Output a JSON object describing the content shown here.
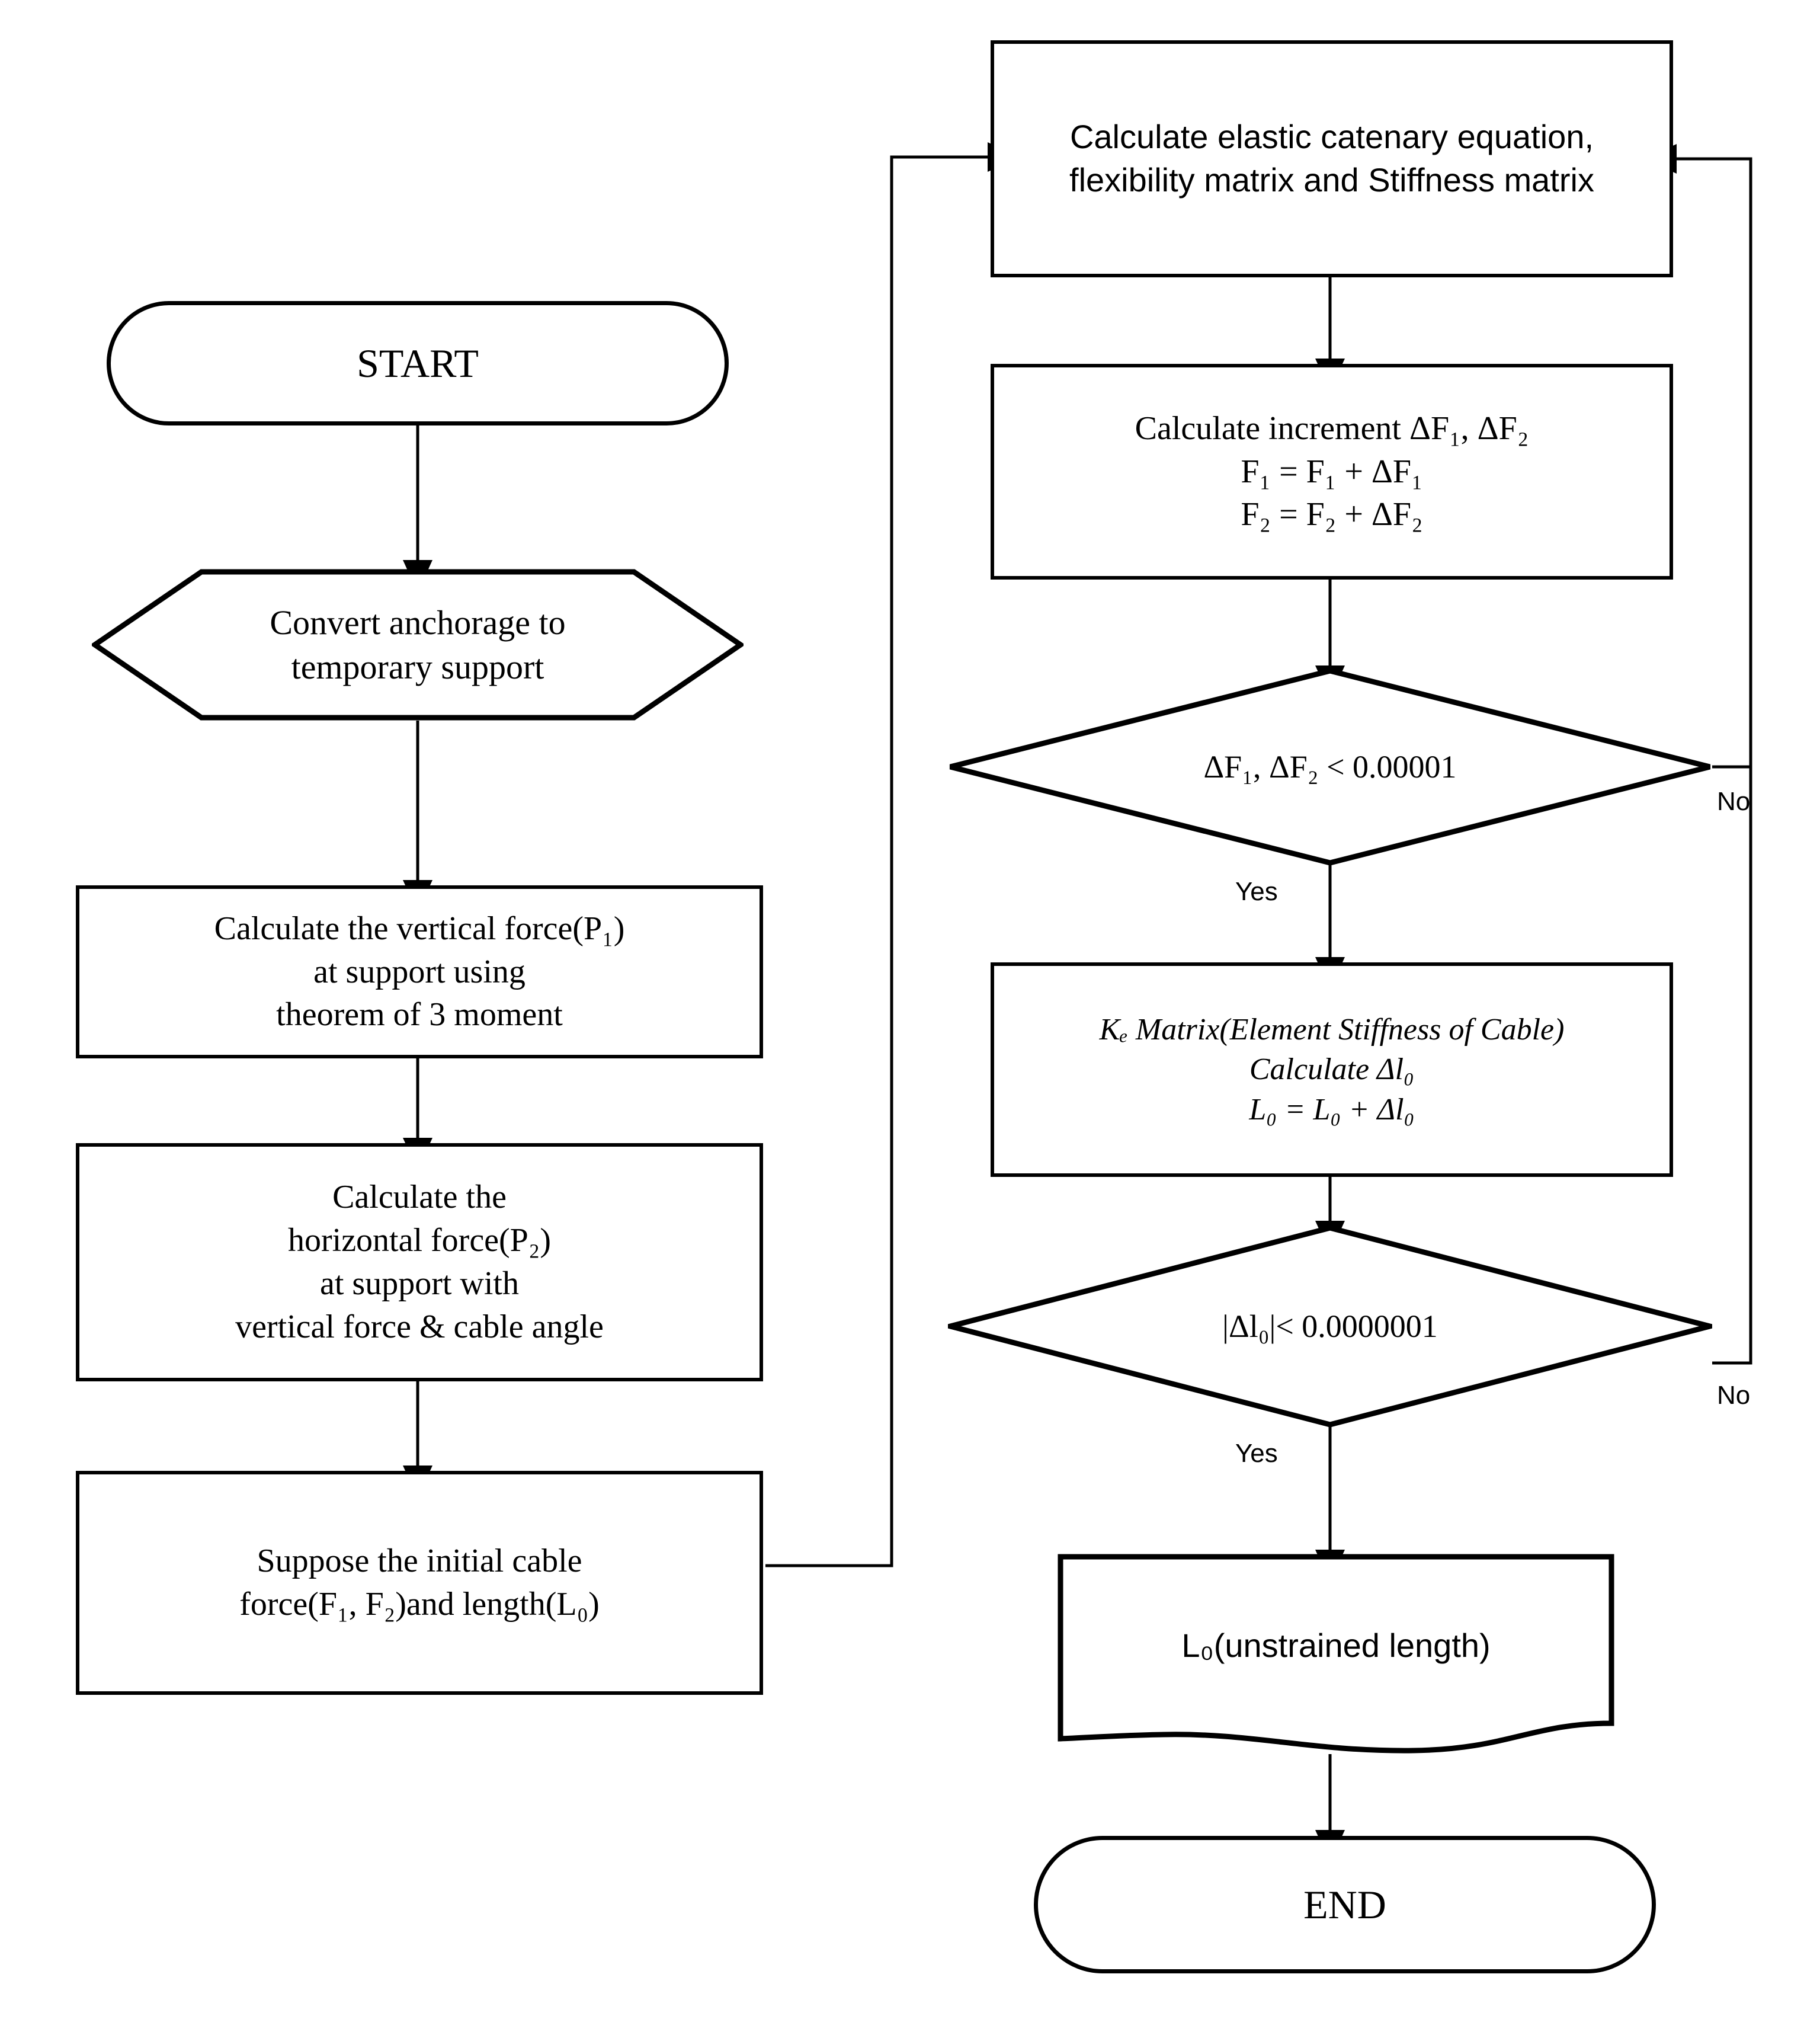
{
  "diagram": {
    "title": "Cable unstrained length iterative solution flowchart",
    "stroke_color": "#000000",
    "background_color": "#ffffff"
  },
  "nodes": {
    "start": {
      "label": "START",
      "shape": "terminator"
    },
    "convert": {
      "label": "Convert anchorage to\ntemporary support",
      "shape": "hexagon"
    },
    "vertical_force": {
      "label": "Calculate the vertical force(P₁)\nat support using\ntheorem of 3 moment",
      "shape": "process"
    },
    "horizontal_force": {
      "label": "Calculate the\nhorizontal force(P₂)\nat support with\nvertical force & cable angle",
      "shape": "process"
    },
    "suppose_initial": {
      "label": "Suppose the initial cable\nforce(F₁, F₂)and length(L₀)",
      "shape": "process"
    },
    "catenary": {
      "label": "Calculate elastic catenary equation,\nflexibility matrix and Stiffness matrix",
      "shape": "process"
    },
    "increment": {
      "label": "Calculate increment ΔF₁, ΔF₂\nF₁ = F₁ + ΔF₁\nF₂  = F₂ + ΔF₂",
      "shape": "process"
    },
    "decision_force": {
      "label": "ΔF₁, ΔF₂ < 0.00001",
      "shape": "decision"
    },
    "ke_matrix": {
      "label": "Kₑ Matrix(Element Stiffness of Cable)\nCalculate Δl₀\nL₀ = L₀ + Δl₀",
      "shape": "process"
    },
    "decision_length": {
      "label": "|Δl₀|< 0.0000001",
      "shape": "decision"
    },
    "output_length": {
      "label": "L₀(unstrained length)",
      "shape": "document"
    },
    "end": {
      "label": "END",
      "shape": "terminator"
    }
  },
  "edge_labels": {
    "force_yes": "Yes",
    "force_no": "No",
    "length_yes": "Yes",
    "length_no": "No"
  }
}
